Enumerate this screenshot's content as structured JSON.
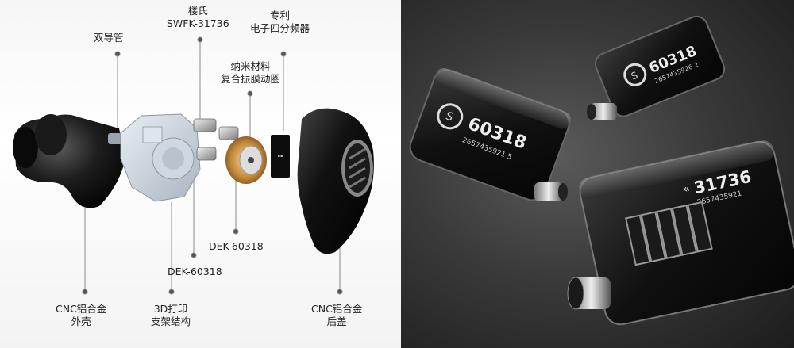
{
  "labels": {
    "dual_tube": "双导管",
    "knowles_l1": "楼氏",
    "knowles_l2": "SWFK-31736",
    "crossover_l1": "专利",
    "crossover_l2": "电子四分频器",
    "nano_l1": "纳米材料",
    "nano_l2": "复合振膜动圈",
    "dek_right": "DEK-60318",
    "dek_left": "DEK-60318",
    "shell_l1": "CNC铝合金",
    "shell_l2": "外壳",
    "frame_l1": "3D打印",
    "frame_l2": "支架结构",
    "cover_l1": "CNC铝合金",
    "cover_l2": "后盖"
  },
  "driver_a": {
    "model": "60318",
    "serial": "2657435921 5"
  },
  "driver_b": {
    "model": "60318",
    "serial": "2657435926 2"
  },
  "driver_c": {
    "model": "31736",
    "serial": "2657435921"
  },
  "colors": {
    "leader_line": "#8a8a8a",
    "leader_dot": "#555555",
    "label_text": "#222222",
    "driver_body": "#141414"
  }
}
